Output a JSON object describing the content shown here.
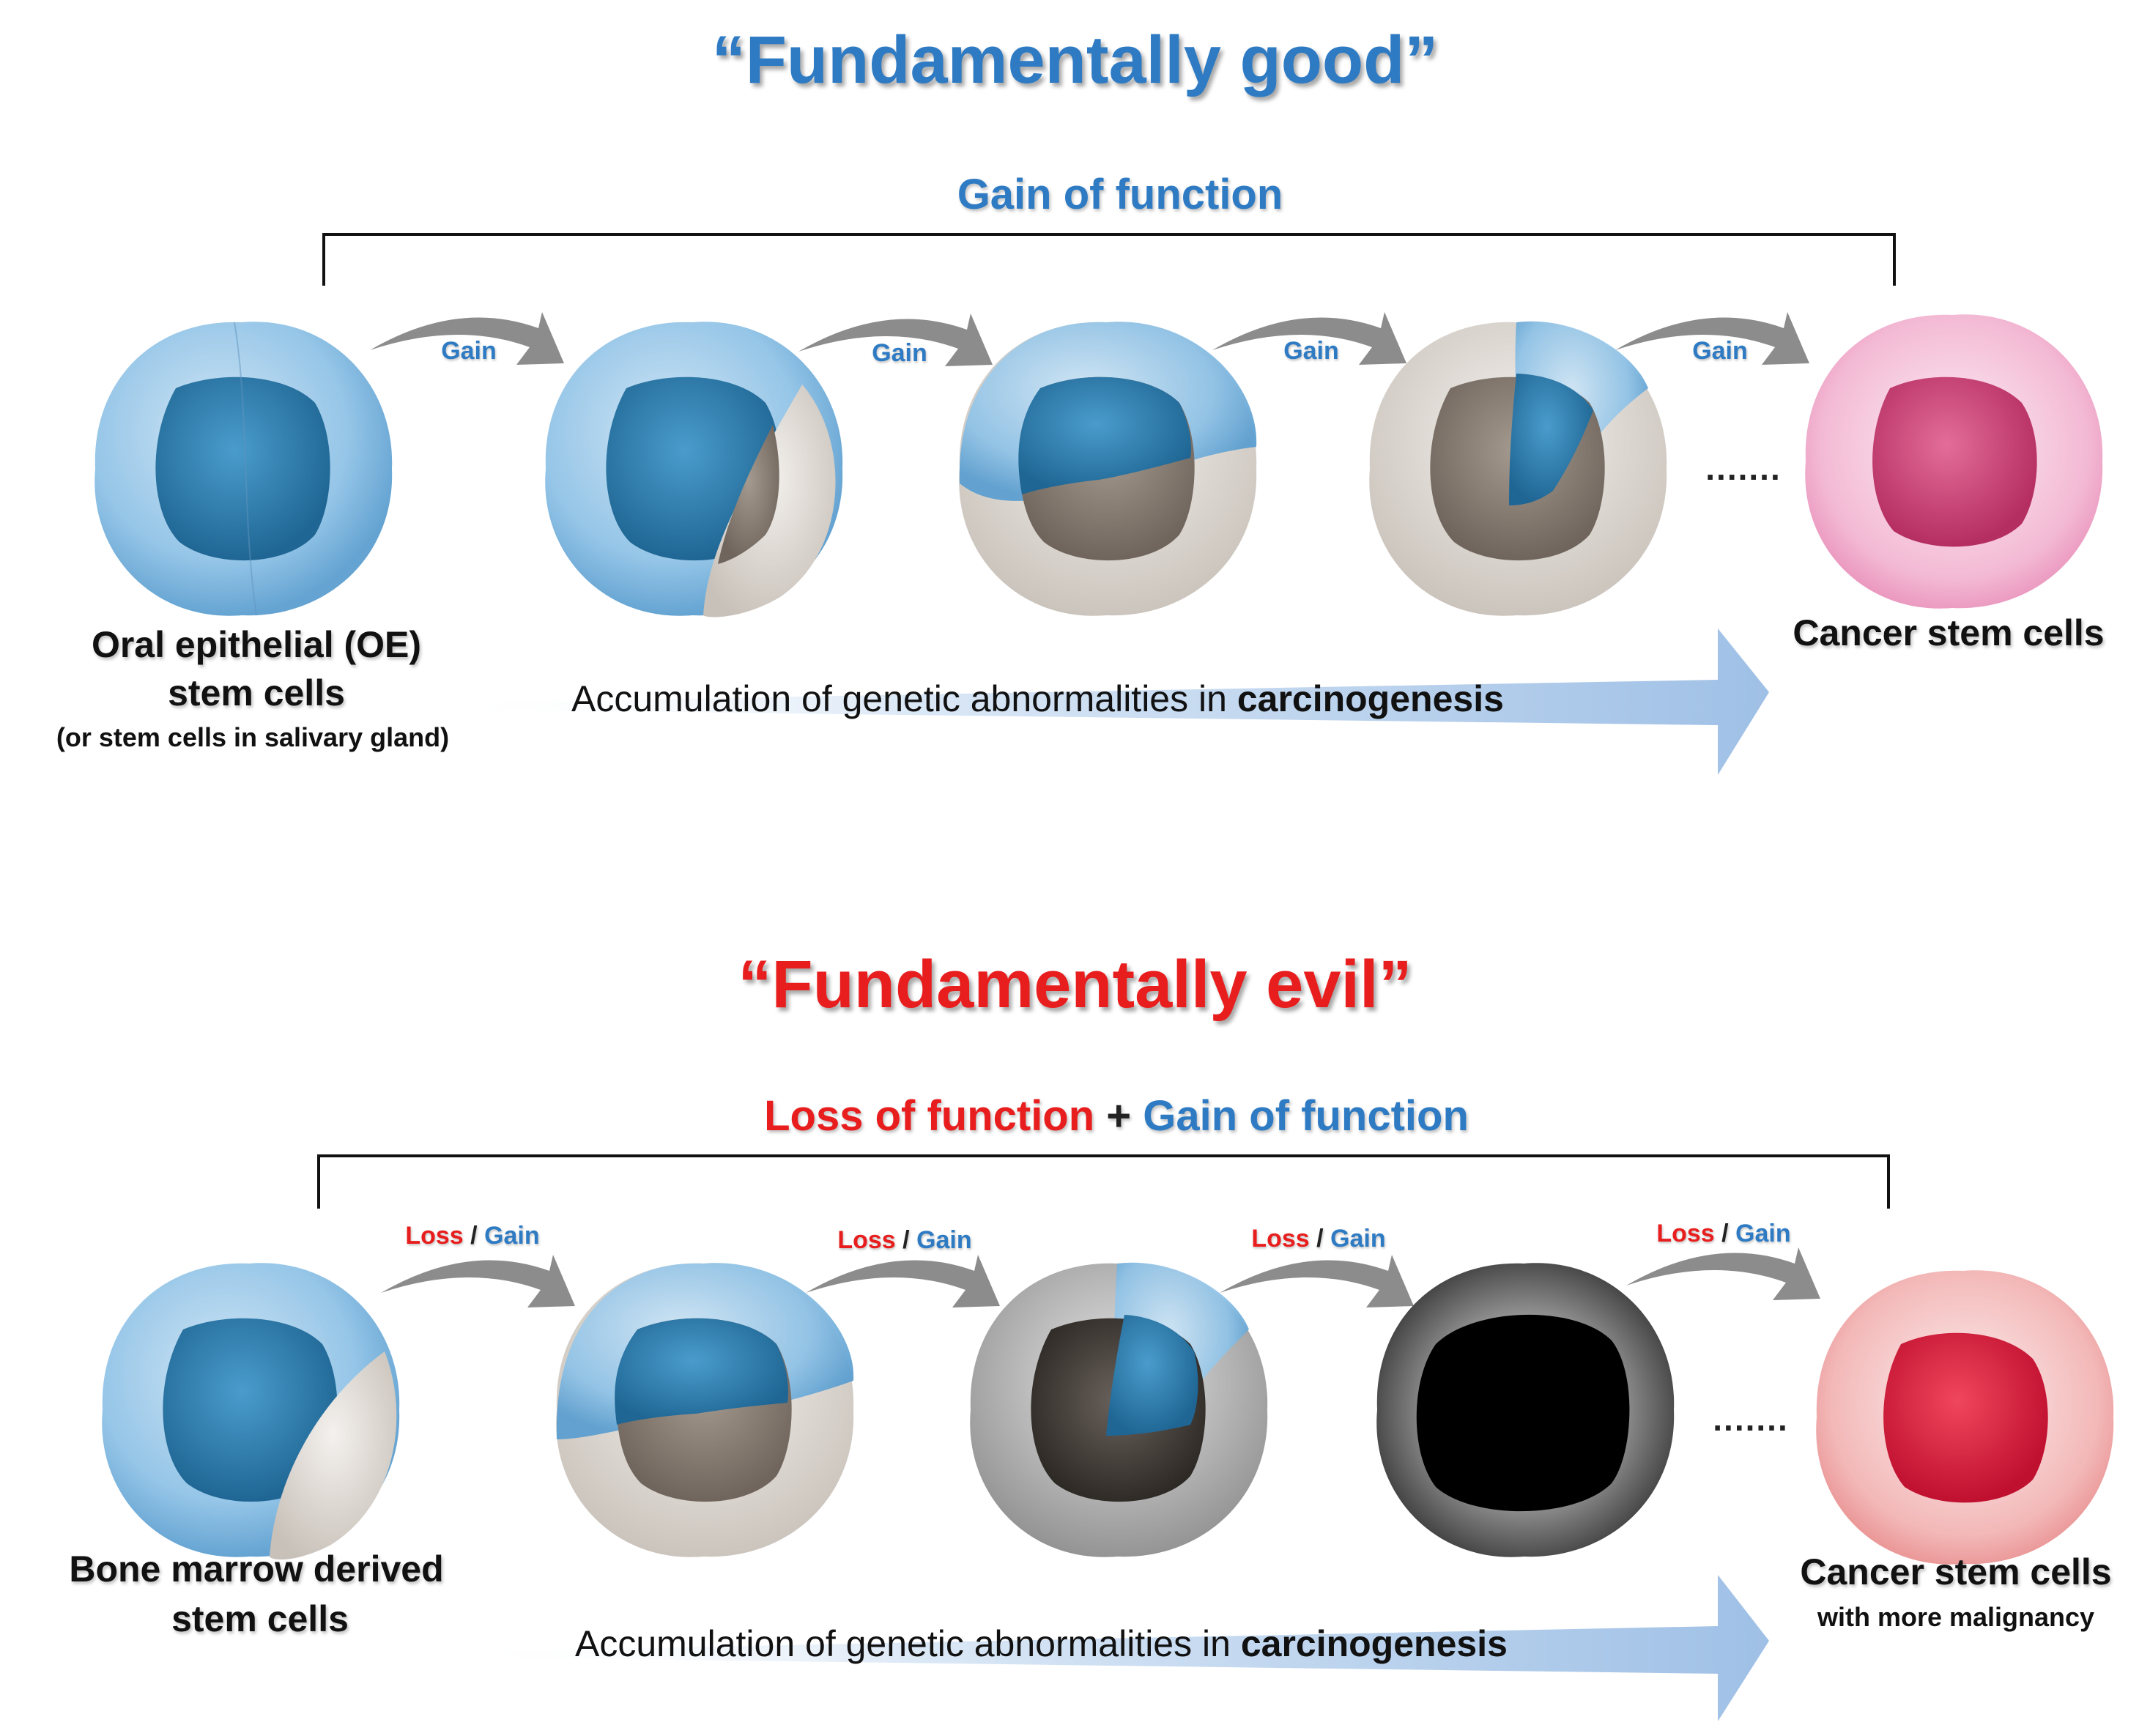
{
  "colors": {
    "gain": "#2e7bc4",
    "loss": "#e81d1d",
    "arrow": "#8c8c8c",
    "cell_blue": "#7fb7e0",
    "nucleus_blue": "#2f7fb5",
    "cell_beige": "#d8d2cb",
    "cancer_pink": "#e87fae",
    "cancer_red": "#e3344d"
  },
  "good": {
    "title": "“Fundamentally good”",
    "subtitle": "Gain of function",
    "steps": [
      "Gain",
      "Gain",
      "Gain",
      "Gain"
    ],
    "start_label_line1": "Oral epithelial (OE)",
    "start_label_line2": "stem cells",
    "start_label_note": "(or stem cells in salivary gland)",
    "end_label": "Cancer stem cells",
    "ellipsis": ".......",
    "accumulation_text": "Accumulation of genetic abnormalities in ",
    "accumulation_bold": "carcinogenesis"
  },
  "evil": {
    "title": "“Fundamentally evil”",
    "subtitle_loss": "Loss of function",
    "subtitle_plus": " + ",
    "subtitle_gain": "Gain of function",
    "step_loss": "Loss",
    "step_sep": " / ",
    "step_gain": "Gain",
    "start_label_line1": "Bone marrow derived",
    "start_label_line2": "stem cells",
    "end_label": "Cancer stem cells",
    "end_note": "with more malignancy",
    "ellipsis": ".......",
    "accumulation_text": "Accumulation of genetic abnormalities in ",
    "accumulation_bold": "carcinogenesis"
  }
}
